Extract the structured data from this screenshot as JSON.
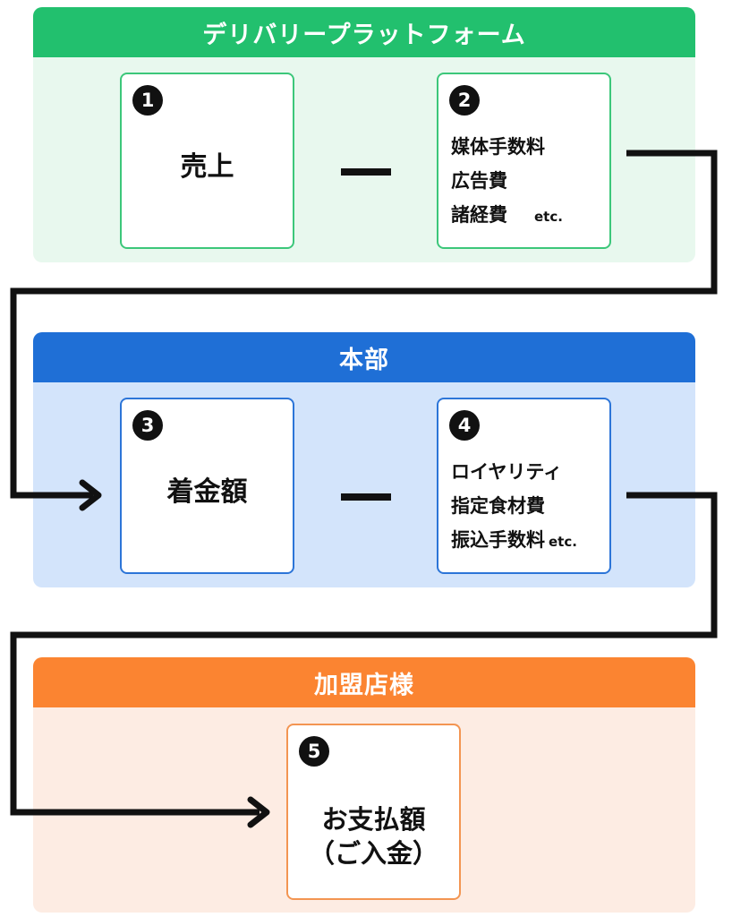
{
  "sections": {
    "delivery": {
      "title": "デリバリープラットフォーム",
      "color": "#22c06e",
      "bg": "#e8f8ee",
      "border": "#3cc77a"
    },
    "hq": {
      "title": "本部",
      "color": "#1f6fd6",
      "bg": "#d3e4fb",
      "border": "#2c75d8"
    },
    "store": {
      "title": "加盟店様",
      "color": "#fb8431",
      "bg": "#fdece3",
      "border": "#f39552"
    }
  },
  "boxes": {
    "b1": {
      "num": "1",
      "label": "売上"
    },
    "b2": {
      "num": "2",
      "lines": [
        "媒体手数料",
        "広告費",
        "諸経費"
      ],
      "etc": "etc."
    },
    "b3": {
      "num": "3",
      "label": "着金額"
    },
    "b4": {
      "num": "4",
      "lines": [
        "ロイヤリティ",
        "指定食材費",
        "振込手数料"
      ],
      "etc": "etc."
    },
    "b5": {
      "num": "5",
      "label_line1": "お支払額",
      "label_line2": "（ご入金）"
    }
  }
}
